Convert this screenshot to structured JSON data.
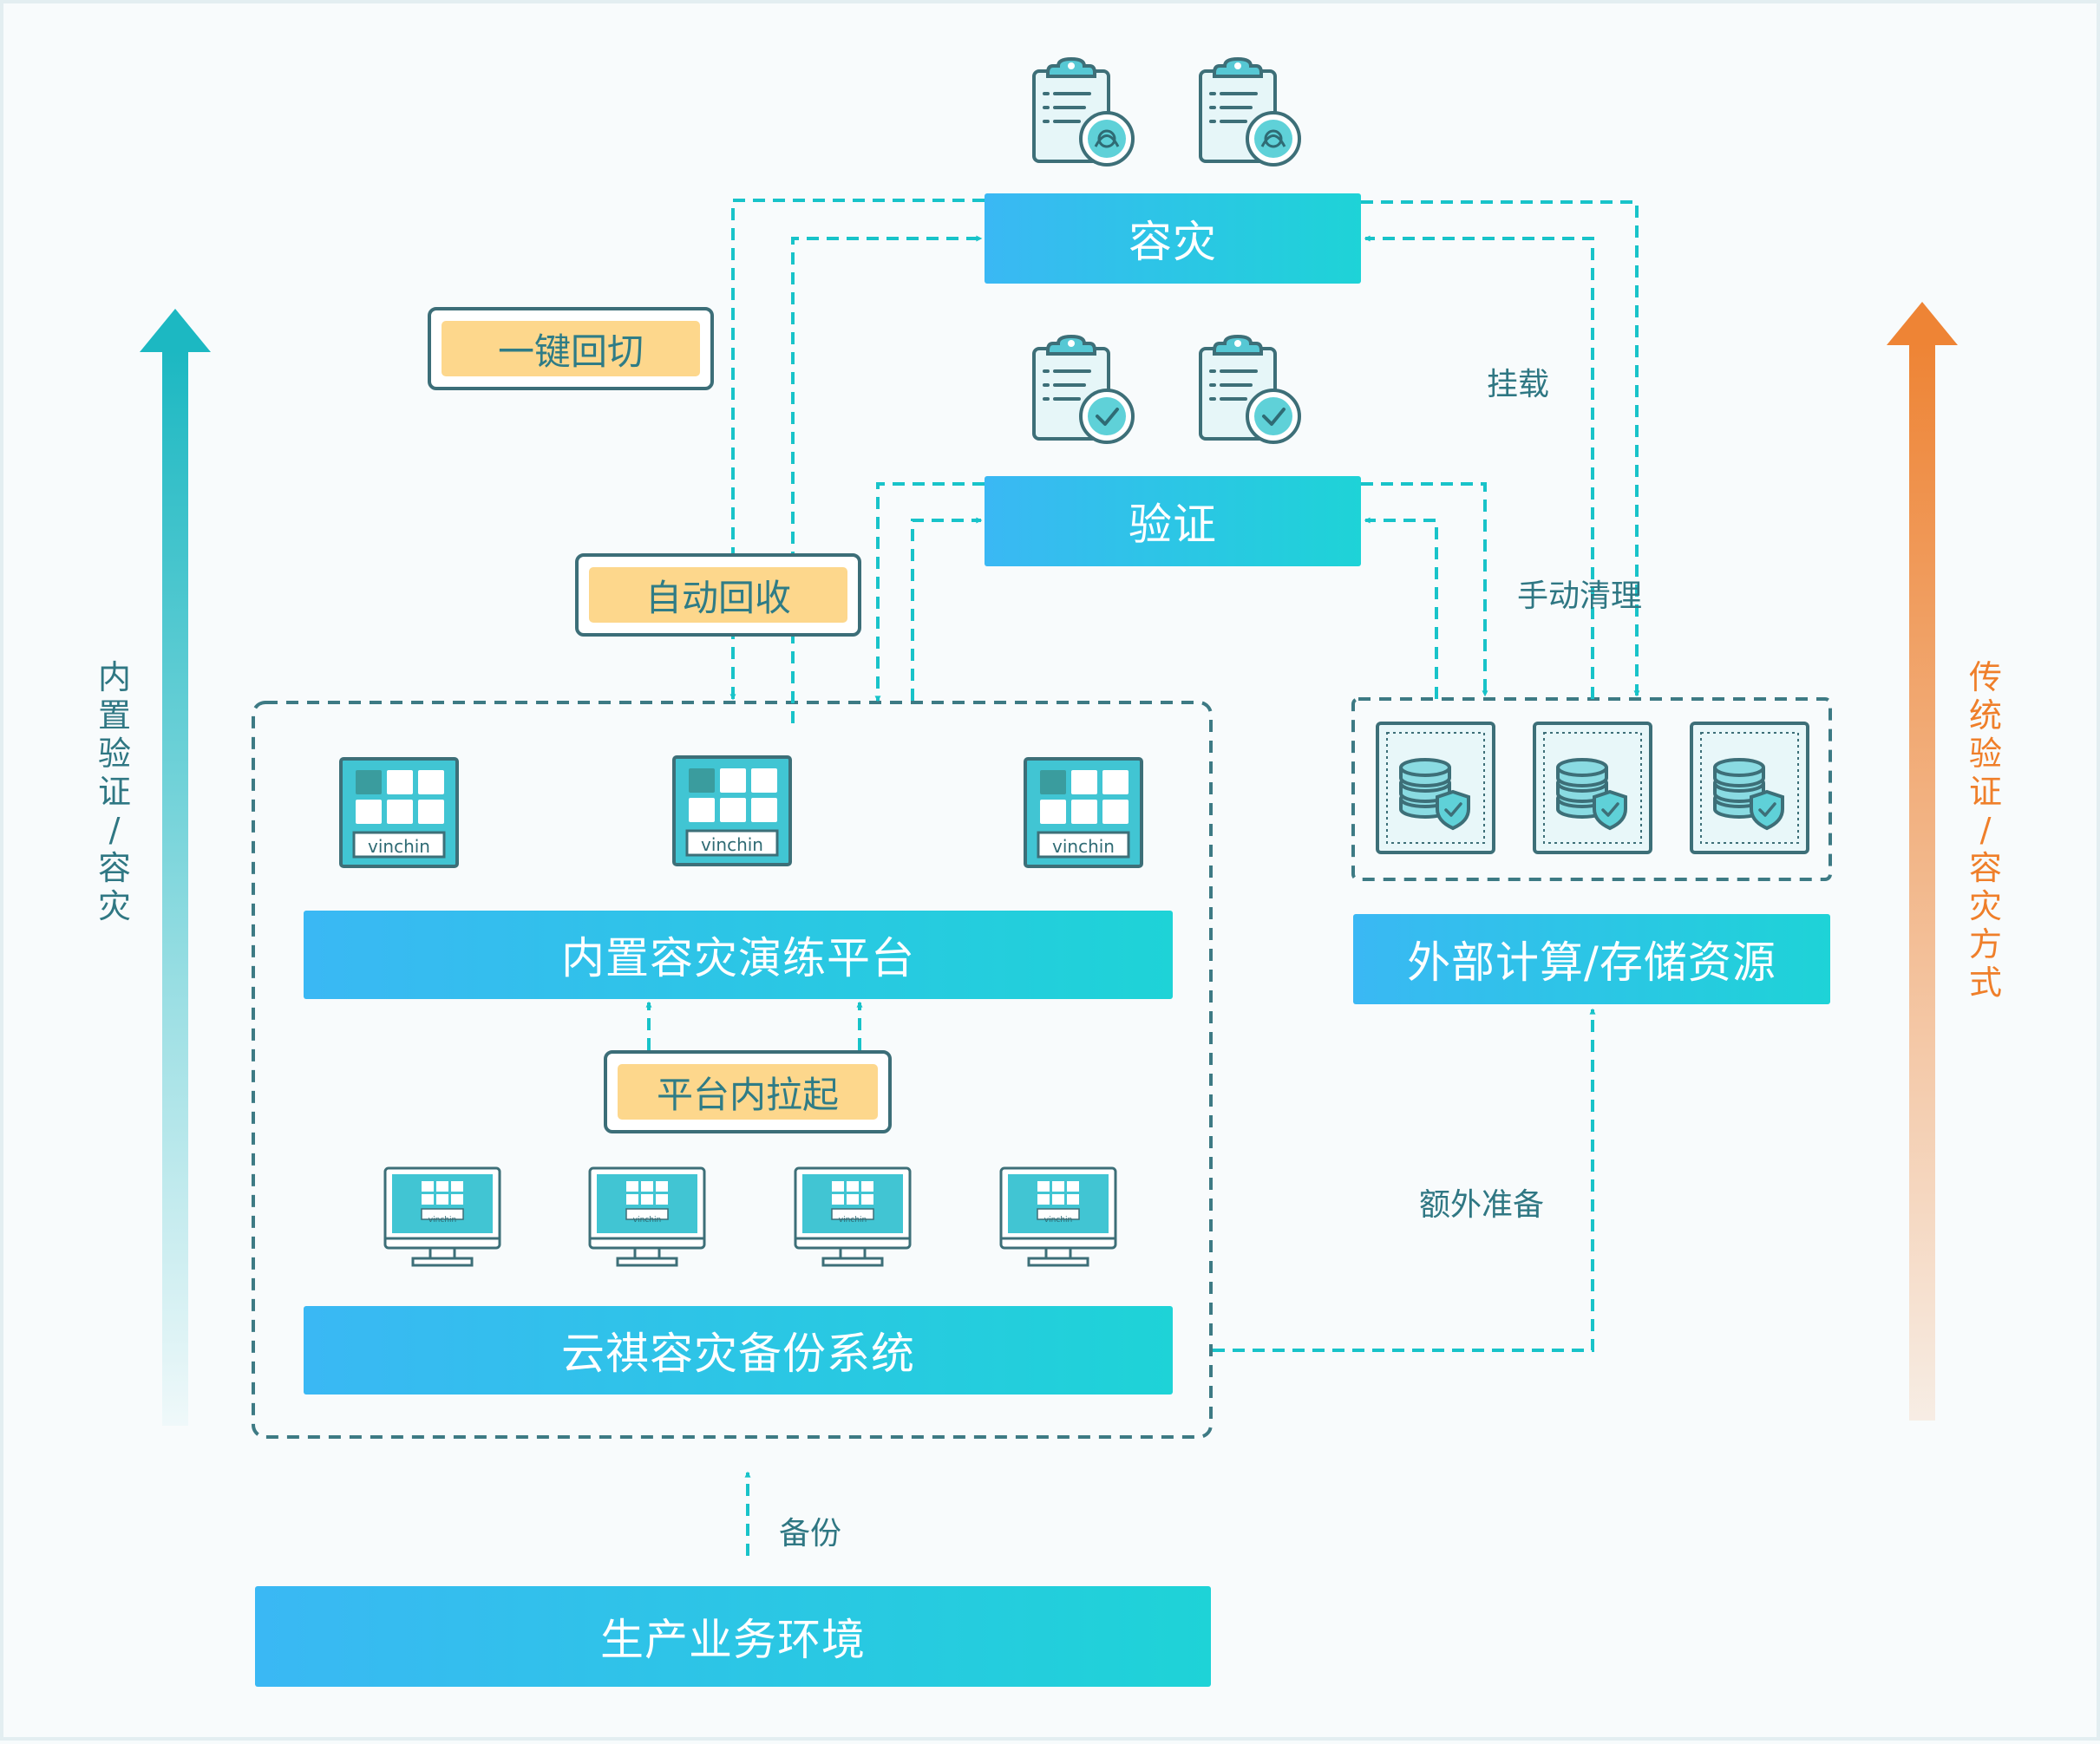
{
  "nodes": {
    "disaster": "容灾",
    "verify": "验证",
    "platform": "内置容灾演练平台",
    "backup_system": "云祺容灾备份系统",
    "production": "生产业务环境",
    "external": "外部计算/存储资源"
  },
  "tags": {
    "one_key_switch": "一键回切",
    "auto_recycle": "自动回收",
    "platform_launch": "平台内拉起"
  },
  "labels": {
    "mount": "挂载",
    "manual_clean": "手动清理",
    "extra_prep": "额外准备",
    "backup": "备份"
  },
  "side": {
    "left_title": [
      "内",
      "置",
      "验",
      "证",
      "/",
      "容",
      "灾"
    ],
    "right_title": [
      "传",
      "统",
      "验",
      "证",
      "/",
      "容",
      "灾",
      "方",
      "式"
    ]
  },
  "brand": "vinchin",
  "colors": {
    "teal_dash": "#18c3c9",
    "frame_dash": "#3d7a84",
    "bar_start": "#3ab8f4",
    "bar_end": "#1ed3d7",
    "tag_fill": "#fdd78c",
    "left_arrow": "#1cb8c2",
    "right_arrow": "#ee8435"
  }
}
